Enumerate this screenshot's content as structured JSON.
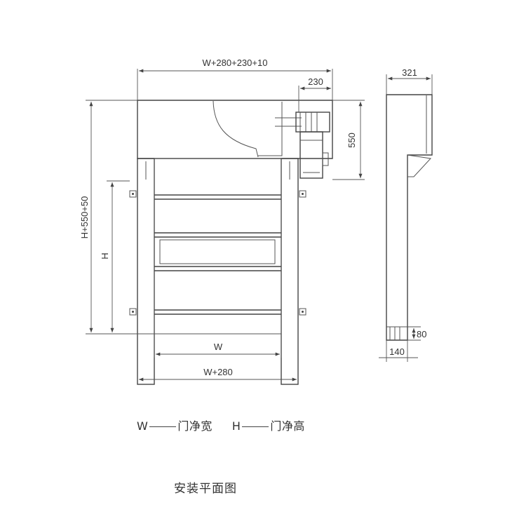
{
  "dimensions": {
    "top_total": "W+280+230+10",
    "motor_width": "230",
    "motor_height": "550",
    "total_height": "H+550+50",
    "clear_height": "H",
    "clear_width": "W",
    "frame_width": "W+280",
    "side_depth": "321",
    "base_height": "80",
    "base_width": "140"
  },
  "legend": {
    "w_symbol": "W",
    "w_meaning": "门净宽",
    "h_symbol": "H",
    "h_meaning": "门净高"
  },
  "caption": "安装平面图"
}
